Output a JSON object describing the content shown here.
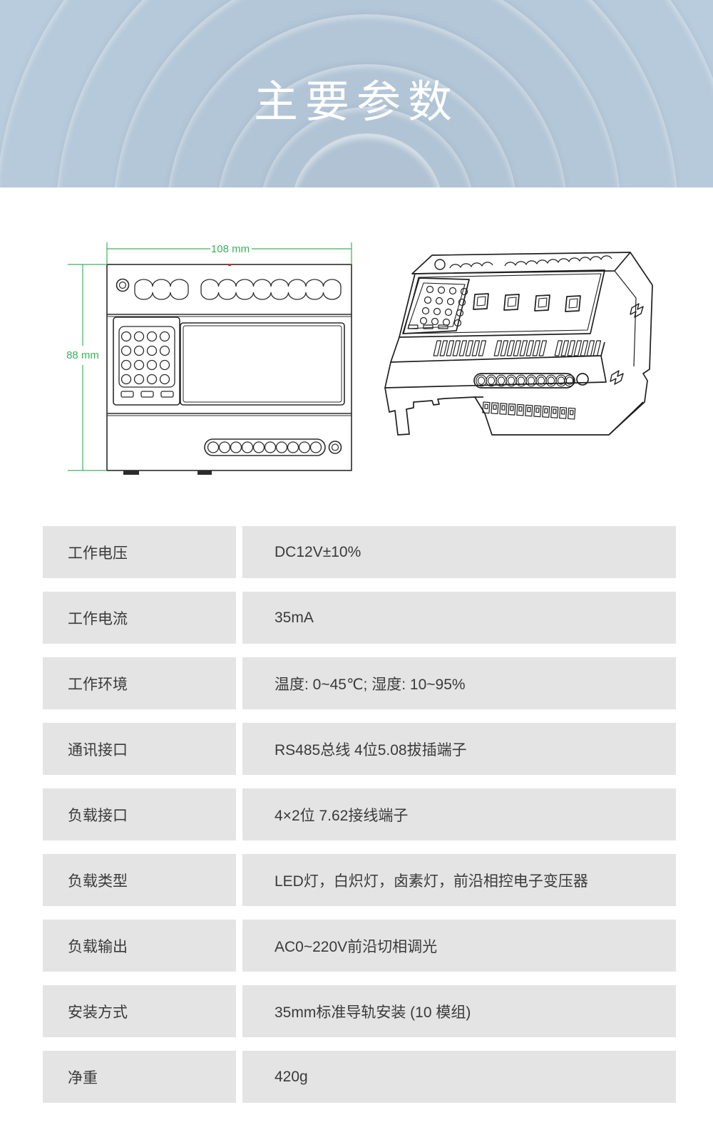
{
  "banner": {
    "title": "主要参数",
    "bg_color": "#bdcfe0",
    "title_color": "#ffffff"
  },
  "diagram": {
    "width_label": "108 mm",
    "height_label": "88 mm",
    "dimension_color": "#3cb45c",
    "line_color": "#2b2b2b"
  },
  "table": {
    "cell_bg": "#e4e4e4",
    "text_color": "#3a3a3a",
    "rows": [
      {
        "label": "工作电压",
        "value": "DC12V±10%"
      },
      {
        "label": "工作电流",
        "value": "35mA"
      },
      {
        "label": "工作环境",
        "value": "温度: 0~45℃; 湿度: 10~95%"
      },
      {
        "label": "通讯接口",
        "value": "RS485总线 4位5.08拔插端子"
      },
      {
        "label": "负载接口",
        "value": "4×2位 7.62接线端子"
      },
      {
        "label": "负载类型",
        "value": "LED灯，白炽灯，卤素灯，前沿相控电子变压器"
      },
      {
        "label": "负载输出",
        "value": "AC0~220V前沿切相调光"
      },
      {
        "label": "安装方式",
        "value": "35mm标准导轨安装 (10 模组)"
      },
      {
        "label": "净重",
        "value": "420g"
      }
    ]
  }
}
